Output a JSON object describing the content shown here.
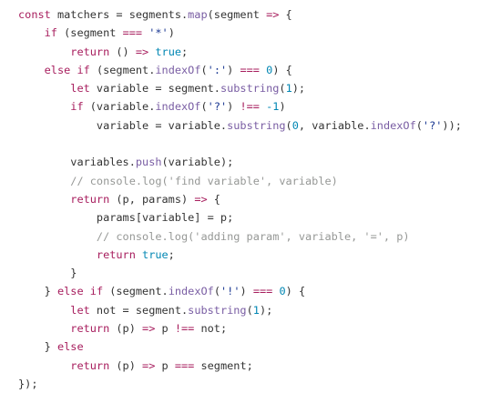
{
  "code": {
    "lines": [
      {
        "indent": 0,
        "tokens": [
          [
            "kw",
            "const"
          ],
          [
            "plain",
            " matchers = segments."
          ],
          [
            "fn",
            "map"
          ],
          [
            "plain",
            "(segment "
          ],
          [
            "kw",
            "=>"
          ],
          [
            "plain",
            " {"
          ]
        ]
      },
      {
        "indent": 1,
        "tokens": [
          [
            "kw",
            "if"
          ],
          [
            "plain",
            " (segment "
          ],
          [
            "kw",
            "==="
          ],
          [
            "plain",
            " "
          ],
          [
            "str",
            "'*'"
          ],
          [
            "plain",
            ")"
          ]
        ]
      },
      {
        "indent": 2,
        "tokens": [
          [
            "kw",
            "return"
          ],
          [
            "plain",
            " () "
          ],
          [
            "kw",
            "=>"
          ],
          [
            "plain",
            " "
          ],
          [
            "num",
            "true"
          ],
          [
            "plain",
            ";"
          ]
        ]
      },
      {
        "indent": 1,
        "tokens": [
          [
            "kw",
            "else"
          ],
          [
            "plain",
            " "
          ],
          [
            "kw",
            "if"
          ],
          [
            "plain",
            " (segment."
          ],
          [
            "fn",
            "indexOf"
          ],
          [
            "plain",
            "("
          ],
          [
            "str",
            "':'"
          ],
          [
            "plain",
            ") "
          ],
          [
            "kw",
            "==="
          ],
          [
            "plain",
            " "
          ],
          [
            "num",
            "0"
          ],
          [
            "plain",
            ") {"
          ]
        ]
      },
      {
        "indent": 2,
        "tokens": [
          [
            "kw",
            "let"
          ],
          [
            "plain",
            " variable = segment."
          ],
          [
            "fn",
            "substring"
          ],
          [
            "plain",
            "("
          ],
          [
            "num",
            "1"
          ],
          [
            "plain",
            ");"
          ]
        ]
      },
      {
        "indent": 2,
        "tokens": [
          [
            "kw",
            "if"
          ],
          [
            "plain",
            " (variable."
          ],
          [
            "fn",
            "indexOf"
          ],
          [
            "plain",
            "("
          ],
          [
            "str",
            "'?'"
          ],
          [
            "plain",
            ") "
          ],
          [
            "kw",
            "!=="
          ],
          [
            "plain",
            " "
          ],
          [
            "num",
            "-1"
          ],
          [
            "plain",
            ")"
          ]
        ]
      },
      {
        "indent": 3,
        "tokens": [
          [
            "plain",
            "variable = variable."
          ],
          [
            "fn",
            "substring"
          ],
          [
            "plain",
            "("
          ],
          [
            "num",
            "0"
          ],
          [
            "plain",
            ", variable."
          ],
          [
            "fn",
            "indexOf"
          ],
          [
            "plain",
            "("
          ],
          [
            "str",
            "'?'"
          ],
          [
            "plain",
            "));"
          ]
        ]
      },
      {
        "indent": 0,
        "tokens": []
      },
      {
        "indent": 2,
        "tokens": [
          [
            "plain",
            "variables."
          ],
          [
            "fn",
            "push"
          ],
          [
            "plain",
            "(variable);"
          ]
        ]
      },
      {
        "indent": 2,
        "tokens": [
          [
            "com",
            "// console.log('find variable', variable)"
          ]
        ]
      },
      {
        "indent": 2,
        "tokens": [
          [
            "kw",
            "return"
          ],
          [
            "plain",
            " (p, params) "
          ],
          [
            "kw",
            "=>"
          ],
          [
            "plain",
            " {"
          ]
        ]
      },
      {
        "indent": 3,
        "tokens": [
          [
            "plain",
            "params[variable] = p;"
          ]
        ]
      },
      {
        "indent": 3,
        "tokens": [
          [
            "com",
            "// console.log('adding param', variable, '=', p)"
          ]
        ]
      },
      {
        "indent": 3,
        "tokens": [
          [
            "kw",
            "return"
          ],
          [
            "plain",
            " "
          ],
          [
            "num",
            "true"
          ],
          [
            "plain",
            ";"
          ]
        ]
      },
      {
        "indent": 2,
        "tokens": [
          [
            "plain",
            "}"
          ]
        ]
      },
      {
        "indent": 1,
        "tokens": [
          [
            "plain",
            "} "
          ],
          [
            "kw",
            "else"
          ],
          [
            "plain",
            " "
          ],
          [
            "kw",
            "if"
          ],
          [
            "plain",
            " (segment."
          ],
          [
            "fn",
            "indexOf"
          ],
          [
            "plain",
            "("
          ],
          [
            "str",
            "'!'"
          ],
          [
            "plain",
            ") "
          ],
          [
            "kw",
            "==="
          ],
          [
            "plain",
            " "
          ],
          [
            "num",
            "0"
          ],
          [
            "plain",
            ") {"
          ]
        ]
      },
      {
        "indent": 2,
        "tokens": [
          [
            "kw",
            "let"
          ],
          [
            "plain",
            " not = segment."
          ],
          [
            "fn",
            "substring"
          ],
          [
            "plain",
            "("
          ],
          [
            "num",
            "1"
          ],
          [
            "plain",
            ");"
          ]
        ]
      },
      {
        "indent": 2,
        "tokens": [
          [
            "kw",
            "return"
          ],
          [
            "plain",
            " (p) "
          ],
          [
            "kw",
            "=>"
          ],
          [
            "plain",
            " p "
          ],
          [
            "kw",
            "!=="
          ],
          [
            "plain",
            " not;"
          ]
        ]
      },
      {
        "indent": 1,
        "tokens": [
          [
            "plain",
            "} "
          ],
          [
            "kw",
            "else"
          ]
        ]
      },
      {
        "indent": 2,
        "tokens": [
          [
            "kw",
            "return"
          ],
          [
            "plain",
            " (p) "
          ],
          [
            "kw",
            "=>"
          ],
          [
            "plain",
            " p "
          ],
          [
            "kw",
            "==="
          ],
          [
            "plain",
            " segment;"
          ]
        ]
      },
      {
        "indent": 0,
        "tokens": [
          [
            "plain",
            "});"
          ]
        ]
      }
    ]
  },
  "colors": {
    "keyword": "#a71d5d",
    "string": "#183691",
    "number": "#0086b3",
    "comment": "#969896",
    "function": "#795da3",
    "text": "#333333",
    "background": "#ffffff"
  }
}
